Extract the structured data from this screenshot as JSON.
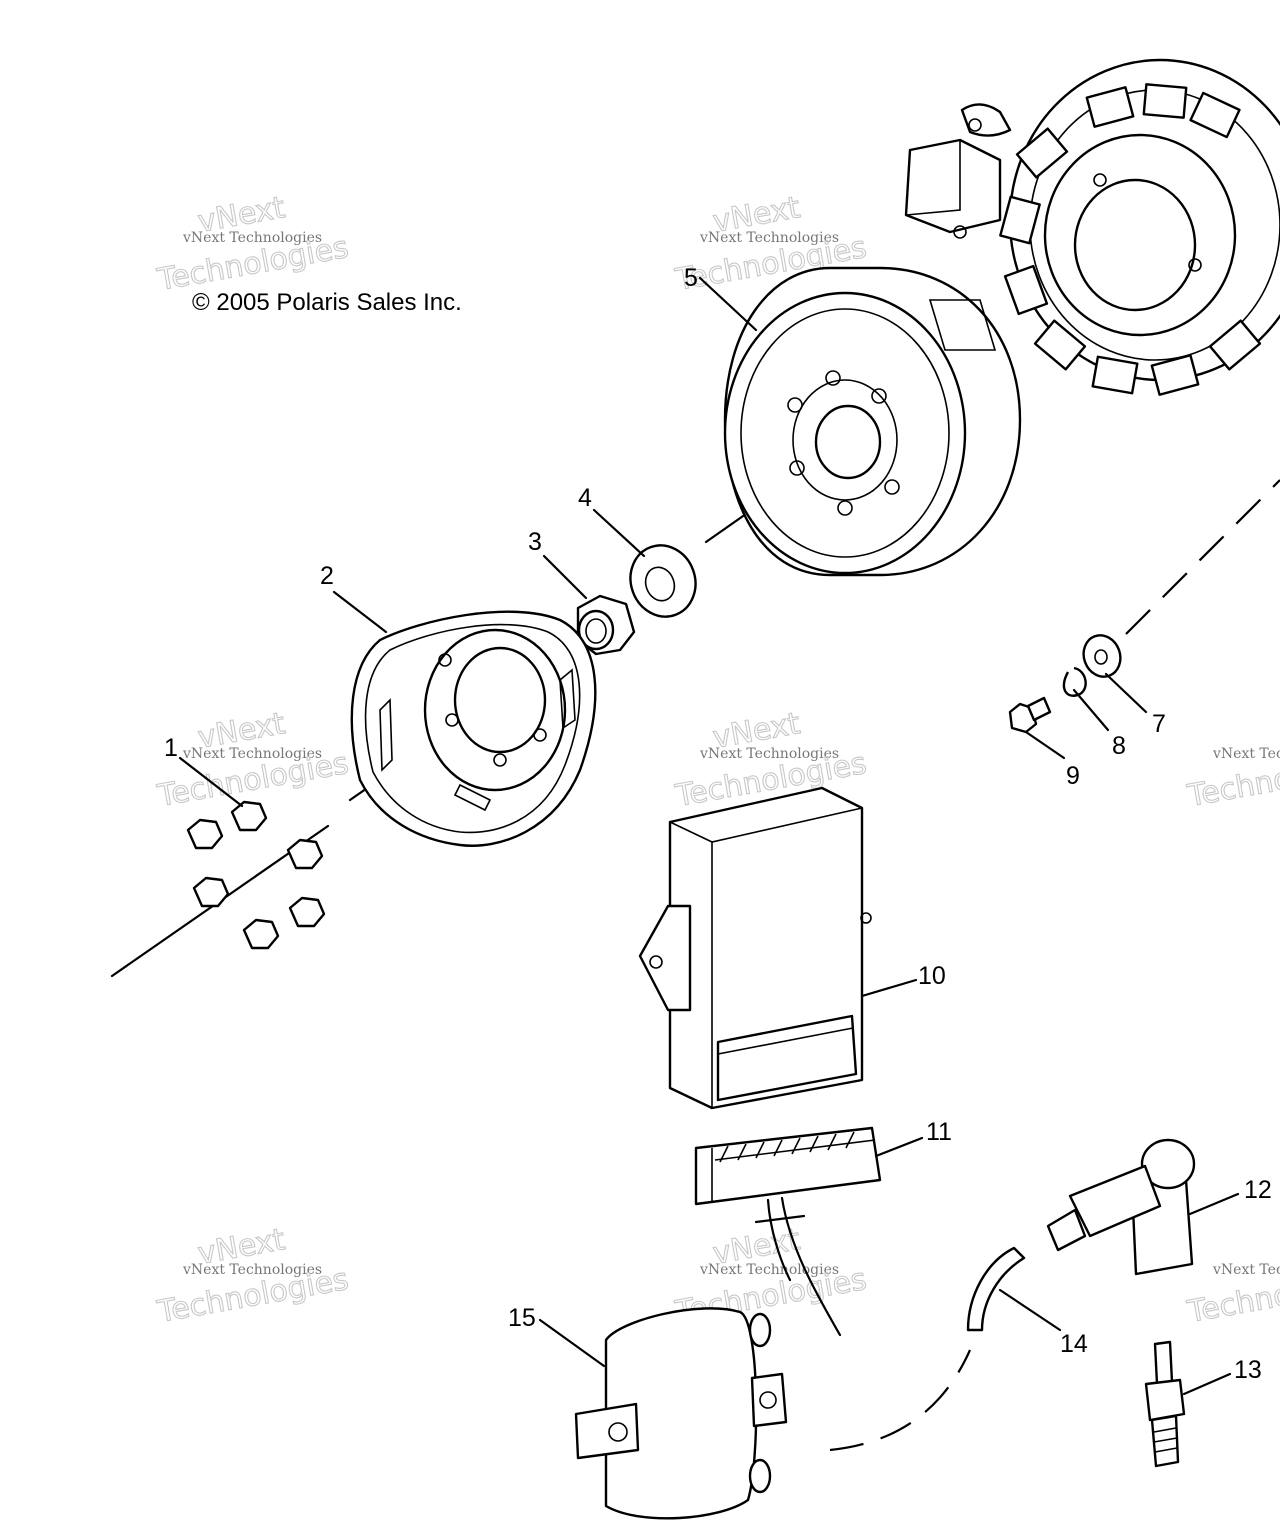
{
  "copyright": "© 2005 Polaris Sales Inc.",
  "watermark": {
    "line_small": "vNext Technologies",
    "line_brand": "vNext",
    "line_large": "Technologies"
  },
  "callouts": {
    "p1": "1",
    "p2": "2",
    "p3": "3",
    "p4": "4",
    "p5": "5",
    "p7": "7",
    "p8": "8",
    "p9": "9",
    "p10": "10",
    "p11": "11",
    "p12": "12",
    "p13": "13",
    "p14": "14",
    "p15": "15"
  }
}
